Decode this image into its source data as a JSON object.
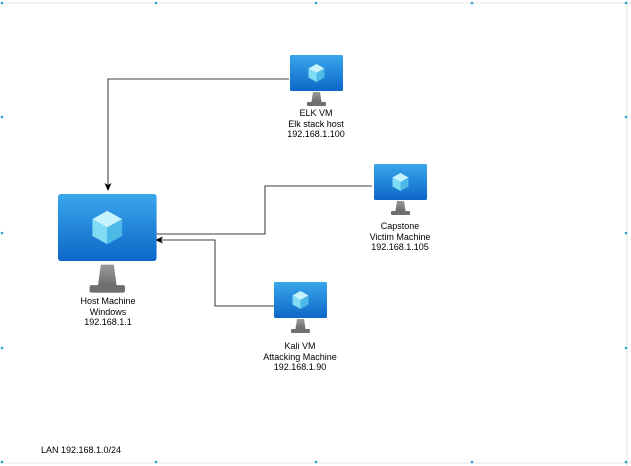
{
  "diagram": {
    "nodes": [
      {
        "id": "host",
        "kind": "monitor-icon",
        "lines": [
          "Host Machine",
          "Windows",
          "192.168.1.1"
        ]
      },
      {
        "id": "elk",
        "kind": "monitor-icon",
        "lines": [
          "ELK VM",
          "Elk stack host",
          "192.168.1.100"
        ]
      },
      {
        "id": "capstone",
        "kind": "monitor-icon",
        "lines": [
          "Capstone",
          "Victim Machine",
          "192.168.1.105"
        ]
      },
      {
        "id": "kali",
        "kind": "monitor-icon",
        "lines": [
          "Kali VM",
          "Attacking Machine",
          "192.168.1.90"
        ]
      }
    ],
    "edges": [
      {
        "from": "elk",
        "to": "host"
      },
      {
        "from": "capstone",
        "to": "host"
      },
      {
        "from": "kali",
        "to": "host"
      }
    ],
    "network_label": "LAN 192.168.1.0/24",
    "colors": {
      "screen_light": "#3aa6ec",
      "screen_dark": "#0d67c8",
      "cube_light": "#bff1fb",
      "cube_mid": "#7edcf4",
      "cube_dark": "#4bbbe6",
      "stand_light": "#8f8f8f",
      "stand_dark": "#5f5f5f",
      "edge": "#000000",
      "handle": "#29a3d8"
    }
  }
}
